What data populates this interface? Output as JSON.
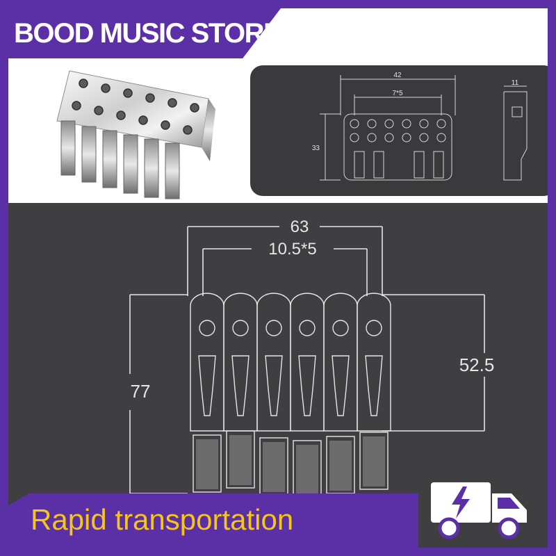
{
  "header": {
    "store_name": "BOOD MUSIC STORE"
  },
  "footer": {
    "tagline": "Rapid transportation",
    "shipping_icon": "truck-lightning-icon"
  },
  "small_drawing": {
    "width_label": "42",
    "spacing_label": "7*5",
    "height_label": "33",
    "side_label": "11"
  },
  "large_drawing": {
    "width_label": "63",
    "spacing_label": "10.5*5",
    "total_height_label": "77",
    "saddle_height_label": "52.5"
  },
  "colors": {
    "brand_purple": "#5b2fa6",
    "tagline_yellow": "#f5c518",
    "drawing_line": "#e6e6e6",
    "panel_dark": "#3f3f41"
  }
}
